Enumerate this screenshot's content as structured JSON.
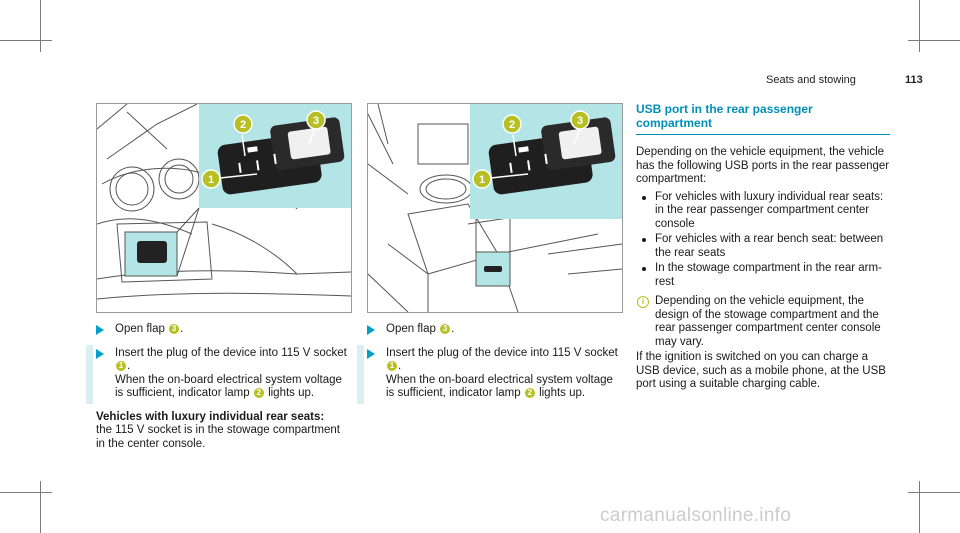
{
  "header": {
    "title": "Seats and stowing",
    "page": "113"
  },
  "figure_left": {
    "callouts": [
      "1",
      "2",
      "3"
    ]
  },
  "figure_right": {
    "callouts": [
      "1",
      "2",
      "3"
    ]
  },
  "left_column": {
    "step1": {
      "text": "Open flap",
      "ref": "3",
      "end": "."
    },
    "step2": {
      "text": "Insert the plug of the device into 115 V socket",
      "ref": "1",
      "end": ".",
      "text2": "When the on-board electrical system voltage is sufficient, indicator lamp",
      "ref2": "2",
      "end2": "lights up."
    },
    "heading": "Vehicles with luxury individual rear seats:",
    "body": "the 115 V socket is in the stowage compartment in the center console."
  },
  "middle_column": {
    "step1": {
      "text": "Open flap",
      "ref": "3",
      "end": "."
    },
    "step2": {
      "text": "Insert the plug of the device into 115 V socket",
      "ref": "1",
      "end": ".",
      "text2": "When the on-board electrical system voltage is sufficient, indicator lamp",
      "ref2": "2",
      "end2": "lights up."
    }
  },
  "right_column": {
    "title": "USB port in the rear passenger compartment",
    "intro": "Depending on the vehicle equipment, the vehicle has the following USB ports in the rear passenger compartment:",
    "bullets": [
      "For vehicles with luxury individual rear seats: in the rear passenger compartment center console",
      "For vehicles with a rear bench seat: between the rear seats",
      "In the stowage compartment in the rear arm-rest"
    ],
    "note_icon": "i",
    "note": "Depending on the vehicle equipment, the design of the stowage compartment and the rear passenger compartment center console may vary.",
    "outro": "If the ignition is switched on you can charge a USB device, such as a mobile phone, at the USB port using a suitable charging cable."
  },
  "watermark": "carmanualsonline.info",
  "colors": {
    "accent_blue": "#008fb8",
    "callout_green": "#b7bf24",
    "inset_teal": "#b3e4e6",
    "arrow_blue": "#00a0c8"
  }
}
